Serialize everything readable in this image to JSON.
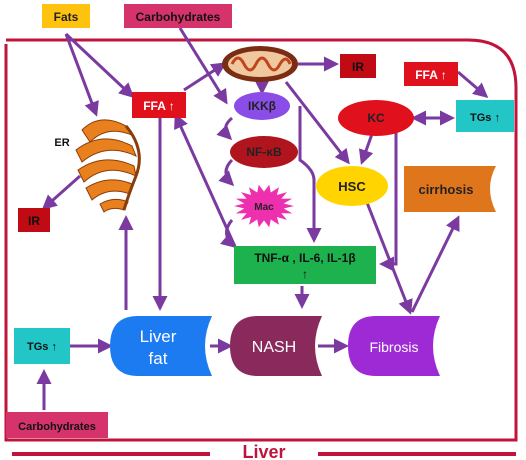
{
  "colors": {
    "border": "#c0143c",
    "arrow": "#7b3aa0",
    "yellow": "#ffc20e",
    "pink_box": "#d6336c",
    "red": "#e0101c",
    "dark_red": "#c00a14",
    "cyan": "#22c6c6",
    "violet": "#8b4de8",
    "maroon": "#b0141c",
    "magenta": "#ee2fae",
    "green": "#1db24d",
    "orange": "#ffd400",
    "blue": "#1d7bf2",
    "plum": "#8a2a5c",
    "purple": "#9e2ad6",
    "rust": "#e0761c",
    "er_orange": "#e8801e"
  },
  "labels": {
    "fats": "Fats",
    "carbs_top": "Carbohydrates",
    "carbs_bottom": "Carbohydrates",
    "er": "ER",
    "ir_left": "IR",
    "ffa_center": "FFA ↑",
    "ir_top": "IR",
    "ffa_right": "FFA ↑",
    "ikkb": "IKKβ",
    "nfkb": "NF-κB",
    "mac": "Mac",
    "kc": "KC",
    "tgs_right": "TGs ↑",
    "hsc": "HSC",
    "cirrhosis": "cirrhosis",
    "tnf_line1": "TNF-α , IL-6, IL-1β",
    "tnf_line2": "↑",
    "tgs_left": "TGs ↑",
    "liver_fat_1": "Liver",
    "liver_fat_2": "fat",
    "nash": "NASH",
    "fibrosis": "Fibrosis",
    "liver_title": "Liver"
  },
  "icons": {
    "mitochondrion": "mitochondrion-icon",
    "er": "endoplasmic-reticulum-icon",
    "macrophage": "macrophage-starburst-icon"
  }
}
